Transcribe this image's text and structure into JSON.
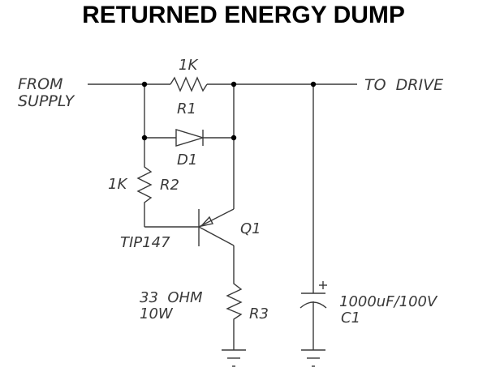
{
  "title": "RETURNED ENERGY DUMP",
  "labels": {
    "input_line1": "FROM",
    "input_line2": "SUPPLY",
    "output": "TO  DRIVE"
  },
  "components": {
    "R1": {
      "ref": "R1",
      "value": "1K",
      "type": "resistor"
    },
    "D1": {
      "ref": "D1",
      "type": "diode"
    },
    "R2": {
      "ref": "R2",
      "value": "1K",
      "type": "resistor"
    },
    "Q1": {
      "ref": "Q1",
      "part": "TIP147",
      "type": "pnp-transistor"
    },
    "R3": {
      "ref": "R3",
      "value_line1": "33  OHM",
      "value_line2": "10W",
      "type": "resistor"
    },
    "C1": {
      "ref": "C1",
      "value": "1000uF/100V",
      "type": "electrolytic-capacitor",
      "polarity": "+"
    }
  },
  "colors": {
    "ink": "#3a3a3a",
    "title": "#000000",
    "background": "#ffffff"
  }
}
